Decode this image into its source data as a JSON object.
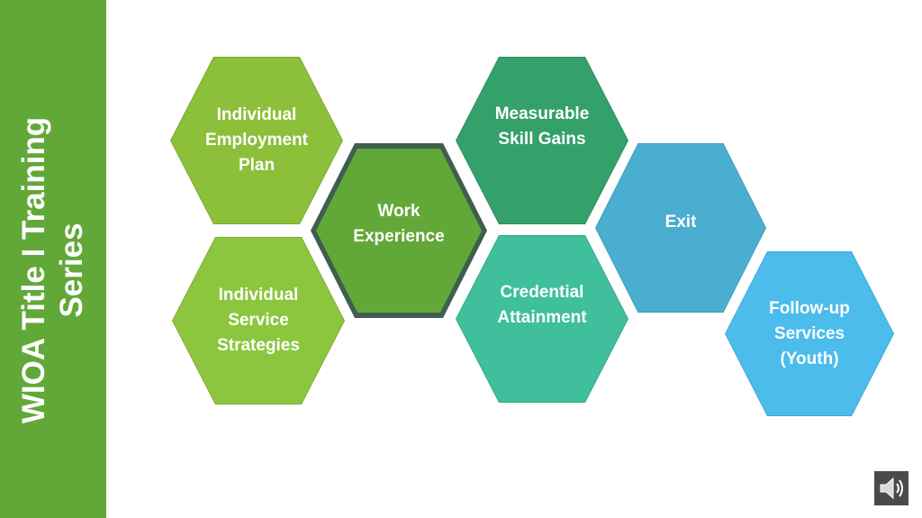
{
  "sidebar": {
    "title": "WIOA Title I Training\nSeries"
  },
  "hexagons": [
    {
      "id": "individual-employment-plan",
      "label": "Individual\nEmployment\nPlan",
      "color": "#8cbf3a"
    },
    {
      "id": "individual-service-strategies",
      "label": "Individual\nService\nStrategies",
      "color": "#8cc63e"
    },
    {
      "id": "work-experience",
      "label": "Work\nExperience",
      "color": "#62a838",
      "border": "#3f5e50"
    },
    {
      "id": "measurable-skill-gains",
      "label": "Measurable\nSkill Gains",
      "color": "#34a06a"
    },
    {
      "id": "credential-attainment",
      "label": "Credential\nAttainment",
      "color": "#3fbf9c"
    },
    {
      "id": "exit",
      "label": "Exit",
      "color": "#4aaed0"
    },
    {
      "id": "follow-up-services",
      "label": "Follow-up\nServices\n(Youth)",
      "color": "#4bbcec"
    }
  ],
  "speaker": {
    "icon": "speaker-icon"
  }
}
